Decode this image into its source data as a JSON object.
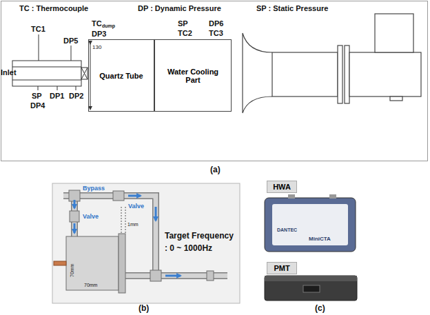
{
  "diagram": {
    "nodes": [
      {
        "text": [
          "Quartz Tube"
        ]
      },
      {
        "text": [
          "Water Cooling Part"
        ]
      },
      {
        "text": [
          "HWA"
        ]
      },
      {
        "text": [
          "PMT"
        ]
      }
    ],
    "labels": [
      "TC : Thermocouple",
      "DP : Dynamic Pressure",
      "SP : Static Pressure",
      "TC1",
      "DP5",
      "TC",
      "dump",
      "DP3",
      "SP",
      "TC2",
      "DP6",
      "TC3",
      "Inlet",
      "SP",
      "DP4",
      "DP1",
      "DP2",
      "130",
      "(a)",
      "Bypass",
      "Valve",
      "Valve",
      "1mm",
      "70mm",
      "70mm",
      "Target Frequency",
      ": 0 ~ 1000Hz",
      "(b)",
      "(c)",
      "DANTEC",
      "MiniCTA"
    ]
  }
}
